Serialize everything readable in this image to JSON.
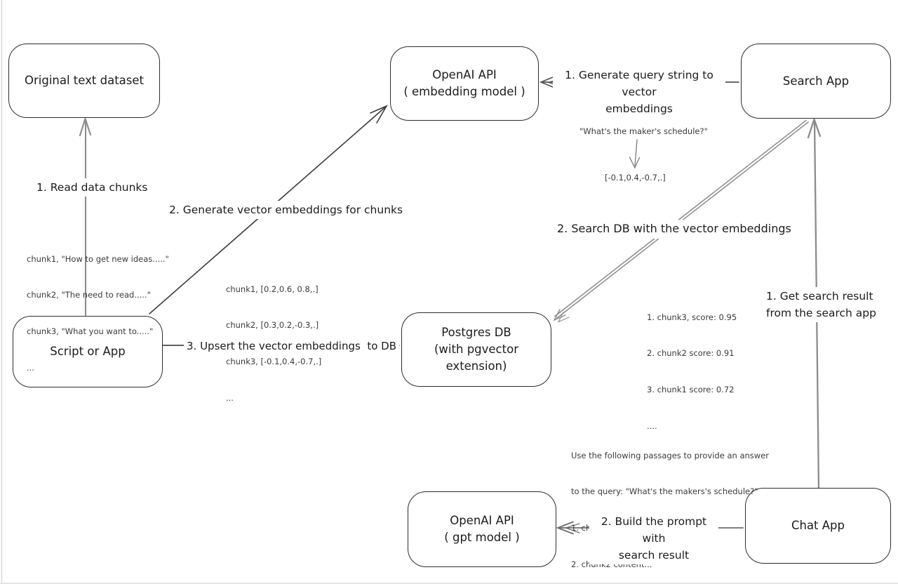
{
  "diagram": {
    "title_hint": "RAG architecture flow diagram (hand-drawn style)",
    "colors": {
      "background": "#ffffff",
      "box_stroke": "#2d2d2d",
      "arrow_dark": "#3c3c3c",
      "arrow_gray": "#8c8c8c",
      "text_dark": "#1c1c1c",
      "annotation_text": "#3a3a3a"
    }
  },
  "nodes": {
    "original_dataset": {
      "label": "Original text dataset"
    },
    "openai_embedding": {
      "line1": "OpenAI API",
      "line2": "( embedding model )"
    },
    "search_app": {
      "label": "Search App"
    },
    "script_or_app": {
      "label": "Script or App"
    },
    "postgres_db": {
      "line1": "Postgres DB",
      "line2": "(with pgvector extension)"
    },
    "openai_gpt": {
      "line1": "OpenAI API",
      "line2": "( gpt model )"
    },
    "chat_app": {
      "label": "Chat App"
    }
  },
  "edges": {
    "read_chunks": {
      "label": "1. Read data chunks"
    },
    "generate_embeddings": {
      "label": "2. Generate vector embeddings for chunks"
    },
    "upsert": {
      "label": "3. Upsert the vector embeddings  to DB"
    },
    "query_to_vector": {
      "line1": "1. Generate query string to vector",
      "line2": "embeddings"
    },
    "search_db": {
      "label": "2. Search DB with the vector embeddings"
    },
    "get_search_result": {
      "line1": "1. Get search result",
      "line2": "from the search app"
    },
    "build_prompt": {
      "line1": "2. Build the prompt with",
      "line2": "search result"
    }
  },
  "annotations": {
    "chunk_texts": {
      "lines": [
        "chunk1, \"How to get new ideas.....\"",
        "chunk2, \"The need to read.....\"",
        "chunk3, \"What you want to.....\"",
        "..."
      ]
    },
    "chunk_vectors": {
      "lines": [
        "chunk1, [0.2,0.6, 0.8,.]",
        "chunk2, [0.3,0.2,-0.3,.]",
        "chunk3, [-0.1,0.4,-0.7,.]",
        "..."
      ]
    },
    "query_string": "\"What's the maker's schedule?\"",
    "query_vector": "[-0.1,0.4,-0.7,.]",
    "search_scores": {
      "lines": [
        "1. chunk3, score: 0.95",
        "2. chunk2 score: 0.91",
        "3. chunk1 score: 0.72",
        "...."
      ]
    },
    "prompt_text": {
      "lines": [
        "Use the following passages to provide an answer",
        "to the query: \"What's the makers's schedule?\"",
        "1. chunk3 content...",
        "2. chunk2 content..."
      ]
    }
  }
}
